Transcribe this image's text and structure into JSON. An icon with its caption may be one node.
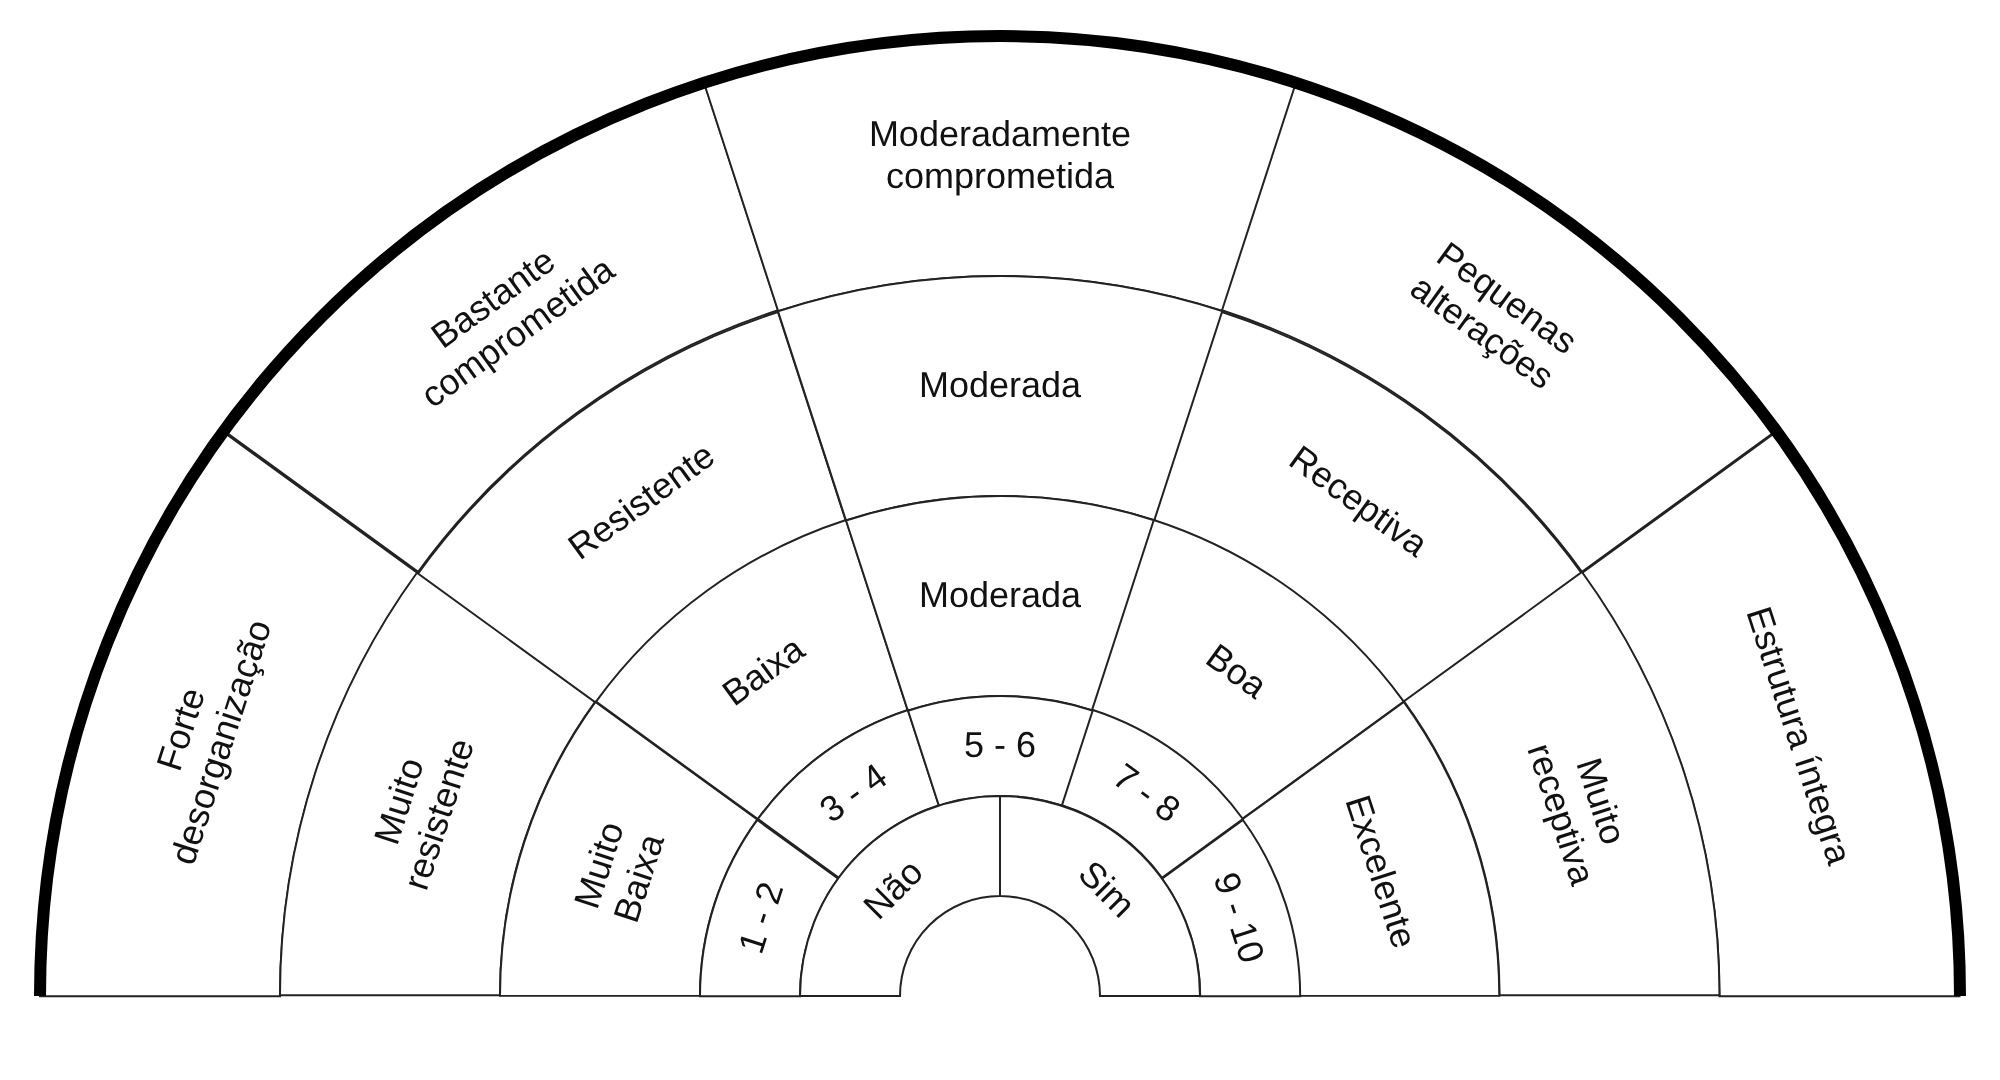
{
  "diagram": {
    "nodes": [
      {
        "text": [
          "Forte desorganização"
        ]
      },
      {
        "text": [
          "Bastante comprometida"
        ]
      },
      {
        "text": [
          "Moderadamente comprometida"
        ]
      },
      {
        "text": [
          "Pequenas alterações"
        ]
      },
      {
        "text": [
          "Estrutura íntegra"
        ]
      },
      {
        "text": [
          "Muito resistente"
        ]
      },
      {
        "text": [
          "Resistente"
        ]
      },
      {
        "text": [
          "Moderada"
        ]
      },
      {
        "text": [
          "Receptiva"
        ]
      },
      {
        "text": [
          "Muito receptiva"
        ]
      },
      {
        "text": [
          "Muito Baixa"
        ]
      },
      {
        "text": [
          "Baixa"
        ]
      },
      {
        "text": [
          "Moderada"
        ]
      },
      {
        "text": [
          "Boa"
        ]
      },
      {
        "text": [
          "Excelente"
        ]
      },
      {
        "text": [
          "1 - 2"
        ]
      },
      {
        "text": [
          "3 - 4"
        ]
      },
      {
        "text": [
          "5 - 6"
        ]
      },
      {
        "text": [
          "7 - 8"
        ]
      },
      {
        "text": [
          "9 - 10"
        ]
      },
      {
        "text": [
          "Não"
        ]
      },
      {
        "text": [
          "Sim"
        ]
      }
    ]
  }
}
